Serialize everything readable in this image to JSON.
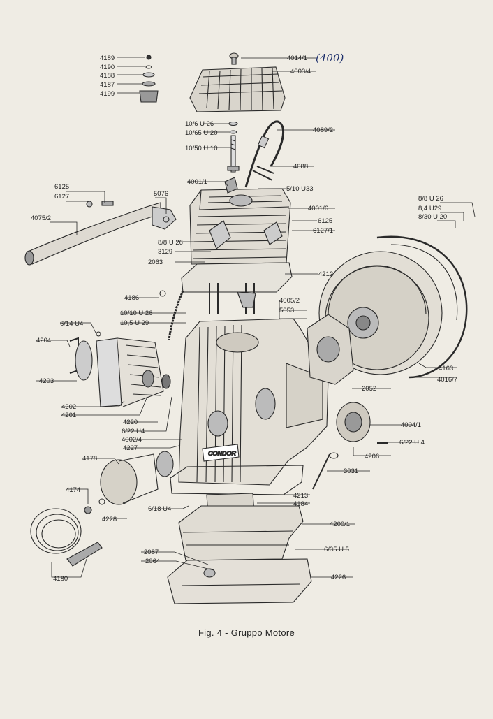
{
  "caption": "Fig. 4 - Gruppo Motore",
  "handwritten_note": "(400)",
  "brand_mark": "CONDOR",
  "part_labels": [
    "4189",
    "4190",
    "4188",
    "4187",
    "4199",
    "4014/1",
    "4003/4",
    "10/6 U 26",
    "10/65 U 20",
    "10/50 U 10",
    "4089/2",
    "4088",
    "4001/1",
    "5/10 U33",
    "6125",
    "6127",
    "5076",
    "4075/2",
    "8/8 U 26",
    "8,4 U29",
    "8/30 U 20",
    "4001/6",
    "6125",
    "6127/1",
    "8/8 U 26",
    "3129",
    "2063",
    "4212",
    "4186",
    "10/10 U 26",
    "10,5 U 29",
    "4005/2",
    "5053",
    "6/14 U4",
    "4204",
    "4203",
    "4202",
    "4201",
    "4220",
    "6/22 U4",
    "4002/4",
    "4227",
    "4163",
    "4016/7",
    "2052",
    "4004/1",
    "6/22 U 4",
    "4206",
    "3031",
    "4178",
    "4174",
    "4228",
    "4213",
    "4184",
    "6/18 U4",
    "4200/1",
    "2087",
    "2064",
    "6/35 U 5",
    "4226",
    "4180"
  ]
}
